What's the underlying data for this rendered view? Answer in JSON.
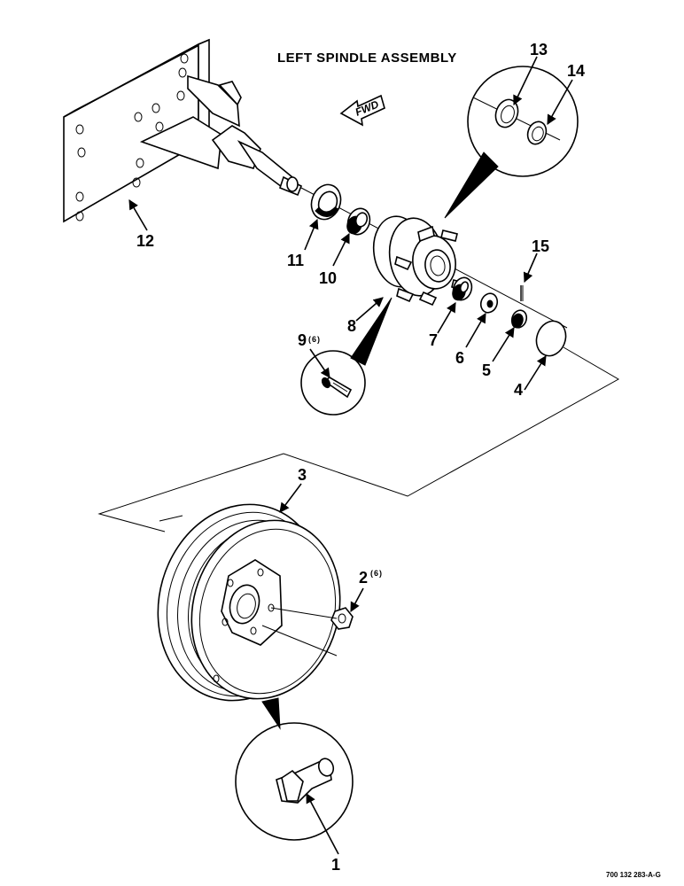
{
  "title": "LEFT SPINDLE ASSEMBLY",
  "direction_arrow": "FWD",
  "document_number": "700 132 283-A-G",
  "callouts": {
    "c1": "1",
    "c2": "2",
    "c2_qty": "(6)",
    "c3": "3",
    "c4": "4",
    "c5": "5",
    "c6": "6",
    "c7": "7",
    "c8": "8",
    "c9": "9",
    "c9_qty": "(6)",
    "c10": "10",
    "c11": "11",
    "c12": "12",
    "c13": "13",
    "c14": "14",
    "c15": "15"
  }
}
